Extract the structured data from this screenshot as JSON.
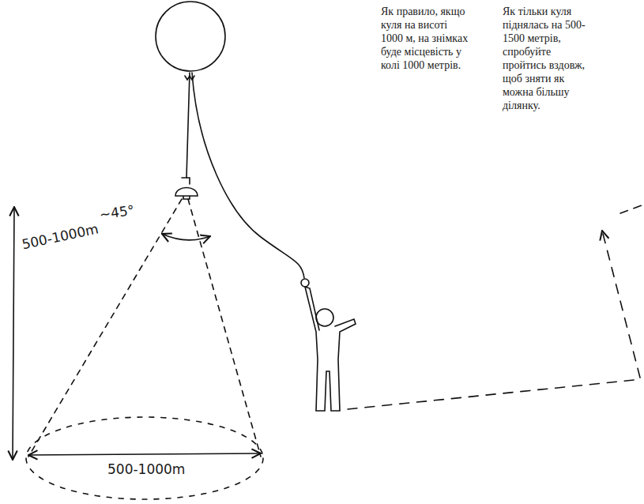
{
  "diagram": {
    "labels": [
      "Як правило, якщо куля на висоті 1000 м, на знімках буде місцевість у колі 1000 метрів.",
      "Як тільки куля піднялась на 500-1500 метрів, спробуйте пройтись вздовж, щоб зняти як можна більшу ділянку.",
      "~45°",
      "500-1000m",
      "500-1000m"
    ]
  }
}
